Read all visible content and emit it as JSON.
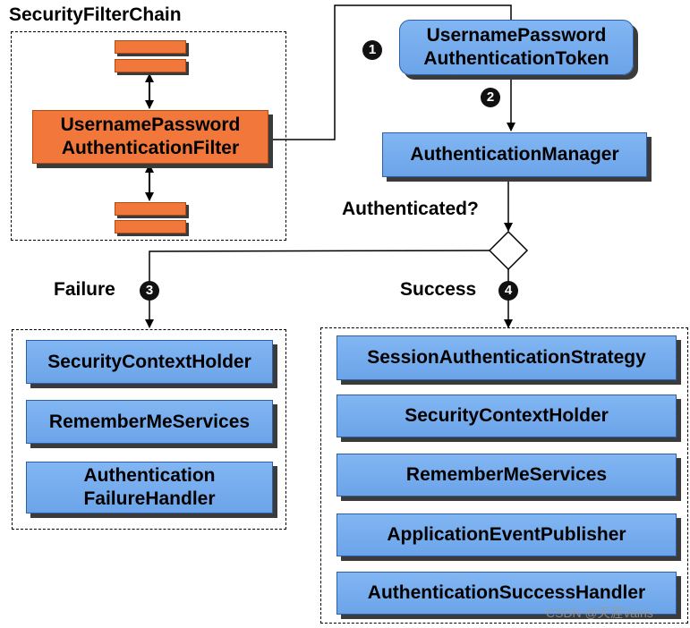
{
  "filter_chain": {
    "title": "SecurityFilterChain",
    "filter_line1": "UsernamePassword",
    "filter_line2": "AuthenticationFilter"
  },
  "token": {
    "line1": "UsernamePassword",
    "line2": "AuthenticationToken"
  },
  "manager": {
    "label": "AuthenticationManager"
  },
  "decision": {
    "label": "Authenticated?"
  },
  "steps": {
    "one": "1",
    "two": "2",
    "three": "3",
    "four": "4"
  },
  "failure": {
    "label": "Failure",
    "items": [
      "SecurityContextHolder",
      "RememberMeServices"
    ],
    "handler_line1": "Authentication",
    "handler_line2": "FailureHandler"
  },
  "success": {
    "label": "Success",
    "items": [
      "SessionAuthenticationStrategy",
      "SecurityContextHolder",
      "RememberMeServices",
      "ApplicationEventPublisher",
      "AuthenticationSuccessHandler"
    ]
  },
  "watermark": "CSDN @天涯Vains",
  "colors": {
    "blue_box": "#7aaff0",
    "orange_box": "#f1773b",
    "shadow": "#3b3b3b"
  }
}
